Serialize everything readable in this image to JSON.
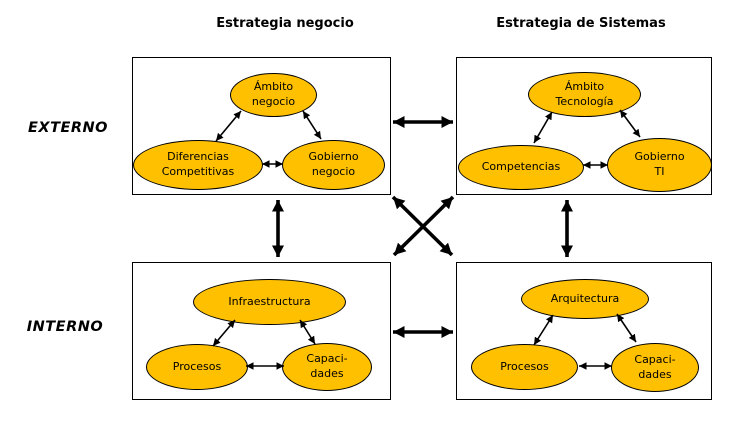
{
  "titles": {
    "left": "Estrategia negocio",
    "right": "Estrategia de Sistemas"
  },
  "row_labels": {
    "top": "EXTERNO",
    "bottom": "INTERNO"
  },
  "quadrants": {
    "business_strategy": {
      "top": {
        "line1": "Ámbito",
        "line2": "negocio"
      },
      "left": {
        "line1": "Diferencias",
        "line2": "Competitivas"
      },
      "right": {
        "line1": "Gobierno",
        "line2": "negocio"
      }
    },
    "systems_strategy": {
      "top": {
        "line1": "Ámbito",
        "line2": "Tecnología"
      },
      "left": {
        "line1": "Competencias",
        "line2": ""
      },
      "right": {
        "line1": "Gobierno",
        "line2": "TI"
      }
    },
    "business_infrastructure": {
      "top": {
        "line1": "Infraestructura",
        "line2": ""
      },
      "left": {
        "line1": "Procesos",
        "line2": ""
      },
      "right": {
        "line1": "Capaci-",
        "line2": "dades"
      }
    },
    "systems_infrastructure": {
      "top": {
        "line1": "Arquitectura",
        "line2": ""
      },
      "left": {
        "line1": "Procesos",
        "line2": ""
      },
      "right": {
        "line1": "Capaci-",
        "line2": "dades"
      }
    }
  },
  "colors": {
    "ellipse_fill": "#FFC000",
    "line_color": "#000000",
    "background": "#FFFFFF"
  }
}
